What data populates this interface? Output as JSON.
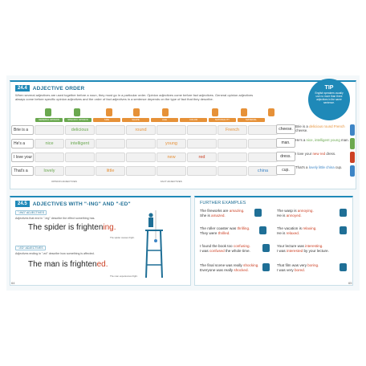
{
  "section_order": {
    "number": "24.4",
    "title": "ADJECTIVE ORDER",
    "intro": "When several adjectives are used together before a noun, they must go in a particular order. Opinion adjectives come before fact adjectives. General opinion adjectives always come before specific opinion adjectives and the order of fact adjectives in a sentence depends on the type of fact that they describe."
  },
  "tip": {
    "title": "TIP",
    "text": "English speakers usually use no more than three adjectives in the same sentence."
  },
  "categories": [
    {
      "label": "GENERAL OPINION",
      "color": "#6aa84f"
    },
    {
      "label": "SPECIFIC OPINION",
      "color": "#6aa84f"
    },
    {
      "label": "SIZE",
      "color": "#e69138"
    },
    {
      "label": "SHAPE",
      "color": "#e69138"
    },
    {
      "label": "AGE",
      "color": "#e69138"
    },
    {
      "label": "COLOR",
      "color": "#e69138"
    },
    {
      "label": "NATIONALITY",
      "color": "#e69138"
    },
    {
      "label": "MATERIAL",
      "color": "#e69138"
    }
  ],
  "rows": [
    {
      "lead": "Brie is a",
      "cells": [
        "",
        "delicious",
        "",
        "round",
        "",
        "",
        "French",
        ""
      ],
      "noun": "cheese."
    },
    {
      "lead": "He's a",
      "cells": [
        "nice",
        "intelligent",
        "",
        "",
        "young",
        "",
        "",
        ""
      ],
      "noun": "man."
    },
    {
      "lead": "I love your",
      "cells": [
        "",
        "",
        "",
        "",
        "new",
        "red",
        "",
        ""
      ],
      "noun": "dress."
    },
    {
      "lead": "That's a",
      "cells": [
        "lovely",
        "",
        "little",
        "",
        "",
        "",
        "",
        "china"
      ],
      "noun": "cup."
    }
  ],
  "group_labels": {
    "opinion": "OPINION ADJECTIVES",
    "fact": "FACT ADJECTIVES"
  },
  "examples": [
    {
      "pre": "Brie is a ",
      "hl": "delicious round French",
      "post": " cheese."
    },
    {
      "pre": "He's a ",
      "hl": "nice, intelligent young",
      "post": " man."
    },
    {
      "pre": "I love your ",
      "hl": "new red",
      "post": " dress."
    },
    {
      "pre": "That's a ",
      "hl": "lovely little china",
      "post": " cup."
    }
  ],
  "section_ing": {
    "number": "24.5",
    "title": "ADJECTIVES WITH \"-ING\" AND \"-ED\"",
    "ing_head": "\"-ING\" ADJECTIVES",
    "ing_text": "Adjectives that end in \"-ing\" describe the effect something has.",
    "ing_big": "The spider is frighten",
    "ing_suffix": "ing.",
    "ing_caption": "The spider causes fright.",
    "ed_head": "\"-ED\" ADJECTIVES",
    "ed_text": "Adjectives ending in \"-ed\" describe how something is affected.",
    "ed_big": "The man is frighten",
    "ed_suffix": "ed.",
    "ed_caption": "The man experiences fright."
  },
  "further": {
    "title": "FURTHER EXAMPLES",
    "items": [
      {
        "l1a": "The fireworks are ",
        "l1b": "amazing.",
        "l2a": "She is ",
        "l2b": "amazed."
      },
      {
        "l1a": "The wasp is ",
        "l1b": "annoying.",
        "l2a": "He is ",
        "l2b": "annoyed."
      },
      {
        "l1a": "The roller coaster was ",
        "l1b": "thrilling.",
        "l2a": "They were ",
        "l2b": "thrilled."
      },
      {
        "l1a": "The vacation is ",
        "l1b": "relaxing.",
        "l2a": "He is ",
        "l2b": "relaxed."
      },
      {
        "l1a": "I found the book too ",
        "l1b": "confusing.",
        "l2a": "I was ",
        "l2b": "confused",
        "l2c": " the whole time."
      },
      {
        "l1a": "Your lecture was ",
        "l1b": "interesting.",
        "l2a": "I was ",
        "l2b": "interested",
        "l2c": " by your lecture."
      },
      {
        "l1a": "The final scene was really ",
        "l1b": "shocking.",
        "l2a": "Everyone was really ",
        "l2b": "shocked."
      },
      {
        "l1a": "That film was very ",
        "l1b": "boring.",
        "l2a": "I was very ",
        "l2b": "bored."
      }
    ]
  },
  "pages": {
    "left": "64",
    "right": "65"
  }
}
